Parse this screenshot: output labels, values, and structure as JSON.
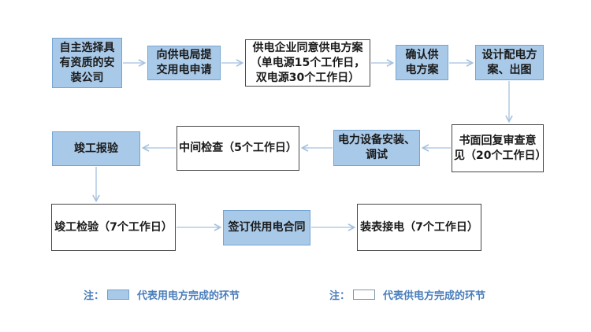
{
  "flowchart": {
    "boxes": {
      "b1": {
        "label": "自主选择具\n有资质的安\n装公司",
        "party": "consumer"
      },
      "b2": {
        "label": "向供电局提\n交用电申请",
        "party": "consumer"
      },
      "b3": {
        "label": "供电企业同意供电方案\n（单电源15个工作日，\n双电源30个工作日）",
        "party": "supplier"
      },
      "b4": {
        "label": "确认供\n电方案",
        "party": "consumer"
      },
      "b5": {
        "label": "设计配电方\n案、出图",
        "party": "consumer"
      },
      "b6": {
        "label": "书面回复审查意\n见（20个工作日）",
        "party": "supplier"
      },
      "b7": {
        "label": "电力设备安装、\n调试",
        "party": "consumer"
      },
      "b8": {
        "label": "中间检查（5个工作日）",
        "party": "supplier"
      },
      "b9": {
        "label": "竣工报验",
        "party": "consumer"
      },
      "b10": {
        "label": "竣工检验（7个工作日）",
        "party": "supplier"
      },
      "b11": {
        "label": "签订供用电合同",
        "party": "consumer"
      },
      "b12": {
        "label": "装表接电（7个工作日）",
        "party": "supplier"
      }
    },
    "legend": {
      "consumer": {
        "note": "注：",
        "label": "代表用电方完成的环节"
      },
      "supplier": {
        "note": "注：",
        "label": "代表供电方完成的环节"
      }
    },
    "colors": {
      "consumer_fill": "#A9C9E8",
      "consumer_border": "#75A3D1",
      "supplier_fill": "#FFFFFF",
      "supplier_border": "#474747",
      "arrow": "#A5C1DF",
      "legend_text": "#4A7EBB",
      "box_text": "#1A1A1A"
    }
  }
}
